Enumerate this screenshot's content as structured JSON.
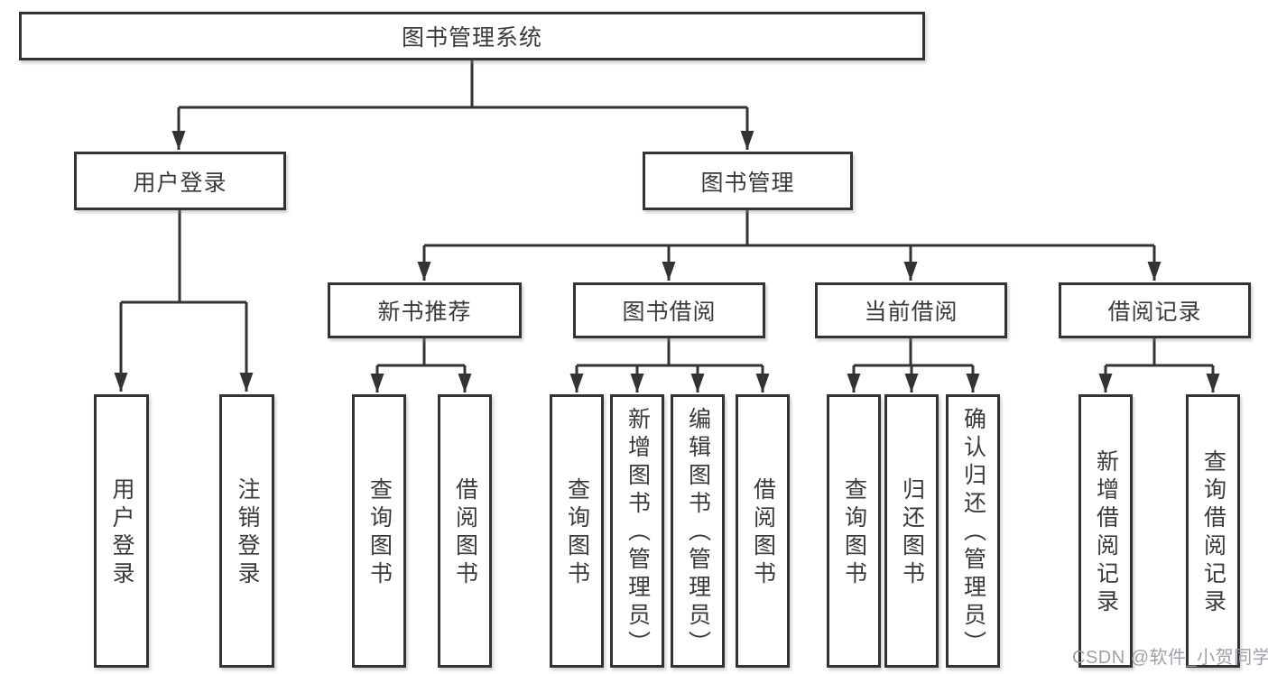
{
  "diagram": {
    "root": {
      "label": "图书管理系统"
    },
    "user_login": {
      "label": "用户登录",
      "children": [
        {
          "label": "用户登录"
        },
        {
          "label": "注销登录"
        }
      ]
    },
    "book_mgmt": {
      "label": "图书管理",
      "sections": [
        {
          "label": "新书推荐",
          "children": [
            {
              "label": "查询图书"
            },
            {
              "label": "借阅图书"
            }
          ]
        },
        {
          "label": "图书借阅",
          "children": [
            {
              "label": "查询图书"
            },
            {
              "label": "新增图书（管理员）"
            },
            {
              "label": "编辑图书（管理员）"
            },
            {
              "label": "借阅图书"
            }
          ]
        },
        {
          "label": "当前借阅",
          "children": [
            {
              "label": "查询图书"
            },
            {
              "label": "归还图书"
            },
            {
              "label": "确认归还（管理员）"
            }
          ]
        },
        {
          "label": "借阅记录",
          "children": [
            {
              "label": "新增借阅记录"
            },
            {
              "label": "查询借阅记录"
            }
          ]
        }
      ]
    },
    "watermark": "CSDN @软件_小贺同学",
    "colors": {
      "line": "#333333",
      "box_border": "#333333",
      "text": "#3a3a3a",
      "watermark": "#9b9ba4",
      "background": "#ffffff"
    }
  }
}
